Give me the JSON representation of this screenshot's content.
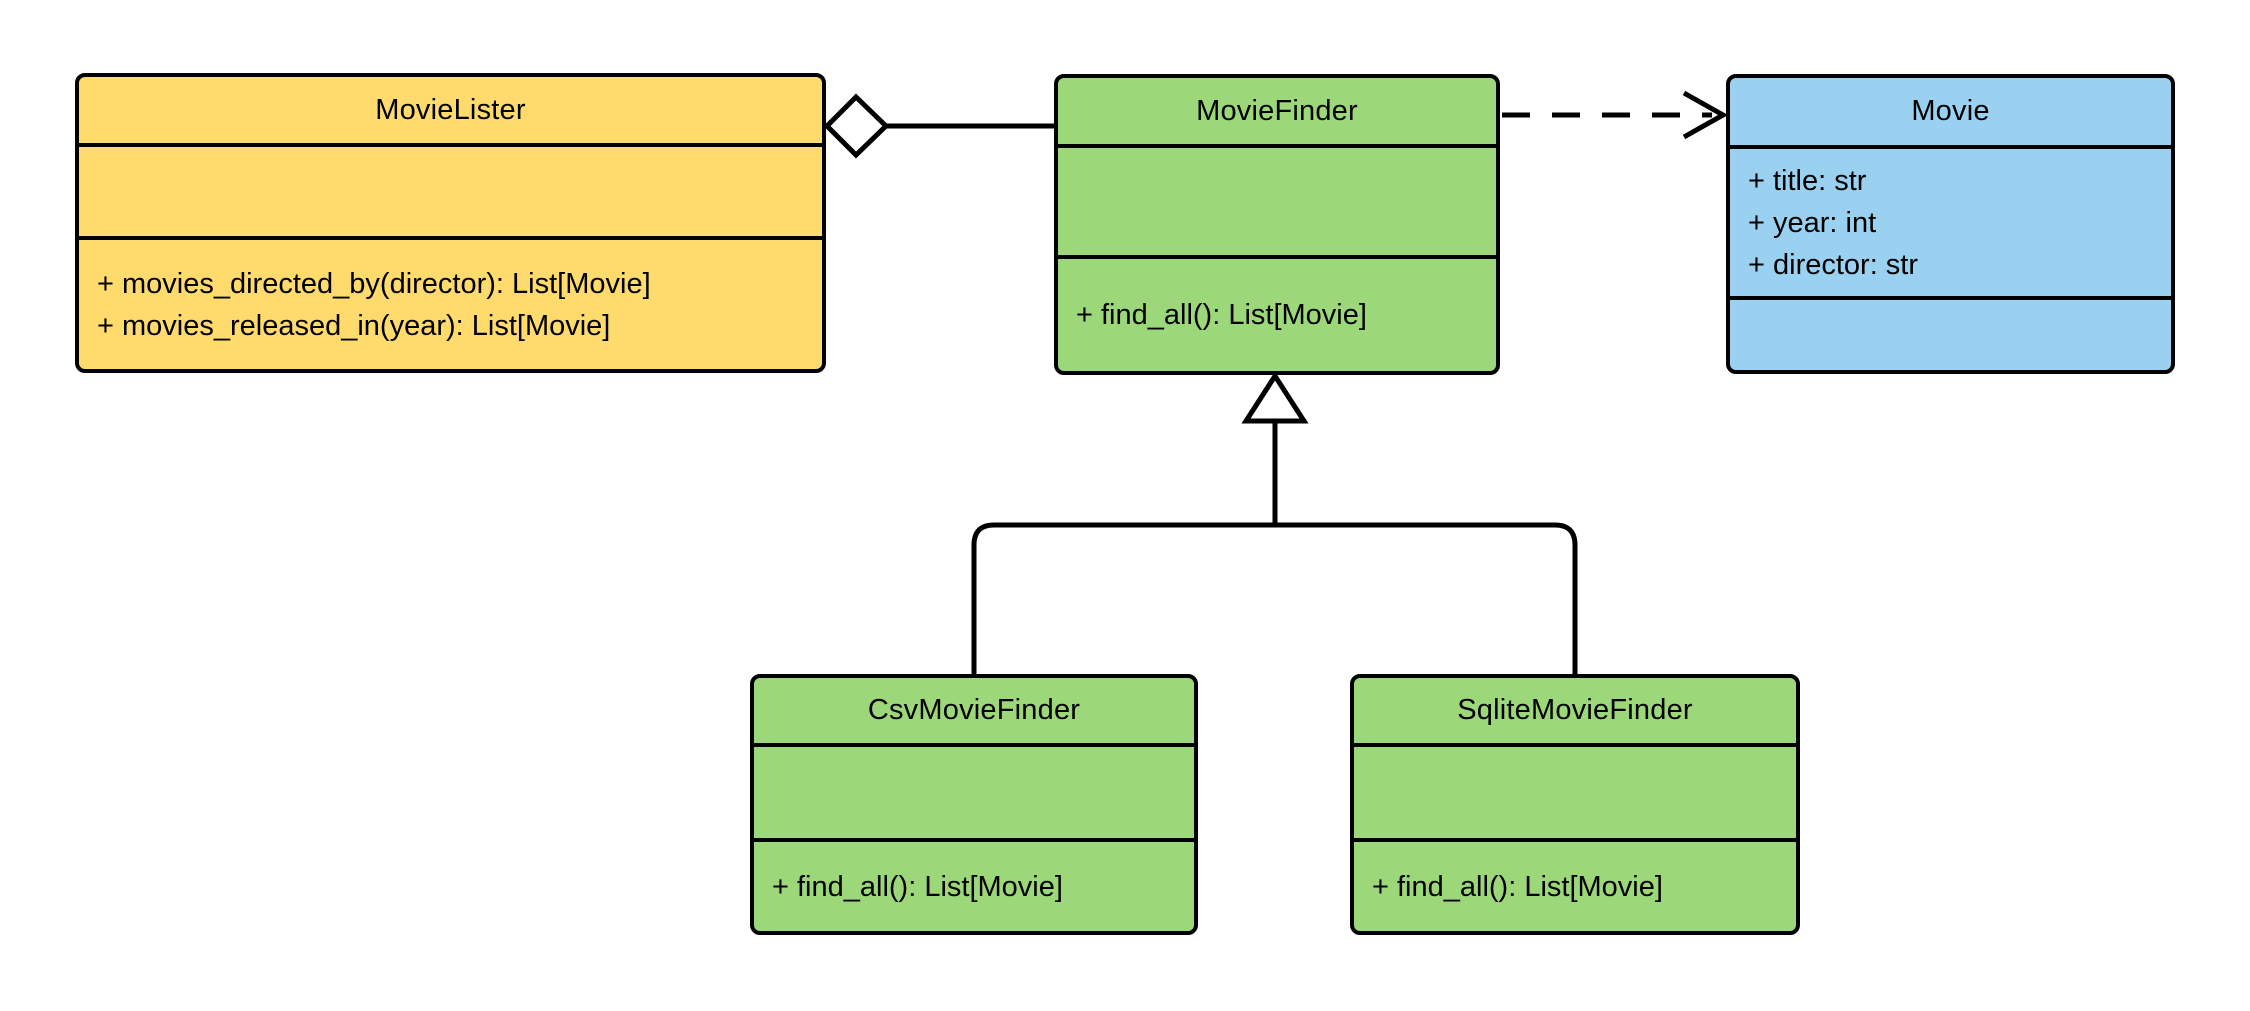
{
  "classes": [
    {
      "name": "MovieLister",
      "fill": "#FFDB6E",
      "attributes": [],
      "methods": [
        "+ movies_directed_by(director): List[Movie]",
        "+ movies_released_in(year): List[Movie]"
      ]
    },
    {
      "name": "MovieFinder",
      "fill": "#9CD87A",
      "attributes": [],
      "methods": [
        "+ find_all(): List[Movie]"
      ]
    },
    {
      "name": "Movie",
      "fill": "#9AD1F0",
      "attributes": [
        "+ title: str",
        "+ year: int",
        "+ director: str"
      ],
      "methods": []
    },
    {
      "name": "CsvMovieFinder",
      "fill": "#9CD87A",
      "attributes": [],
      "methods": [
        "+ find_all(): List[Movie]"
      ]
    },
    {
      "name": "SqliteMovieFinder",
      "fill": "#9CD87A",
      "attributes": [],
      "methods": [
        "+ find_all(): List[Movie]"
      ]
    }
  ],
  "relationships": [
    {
      "type": "aggregation",
      "from": "MovieLister",
      "to": "MovieFinder",
      "notation": "hollow diamond, solid line"
    },
    {
      "type": "dependency",
      "from": "MovieFinder",
      "to": "Movie",
      "notation": "dashed line, open arrow"
    },
    {
      "type": "inheritance",
      "from": "CsvMovieFinder",
      "to": "MovieFinder",
      "notation": "hollow triangle, solid line"
    },
    {
      "type": "inheritance",
      "from": "SqliteMovieFinder",
      "to": "MovieFinder",
      "notation": "hollow triangle, solid line"
    }
  ],
  "colors": {
    "class_yellow": "#FFDB6E",
    "class_green": "#9CD87A",
    "class_blue": "#9AD1F0",
    "stroke": "#000000",
    "background": "#FFFFFF"
  }
}
